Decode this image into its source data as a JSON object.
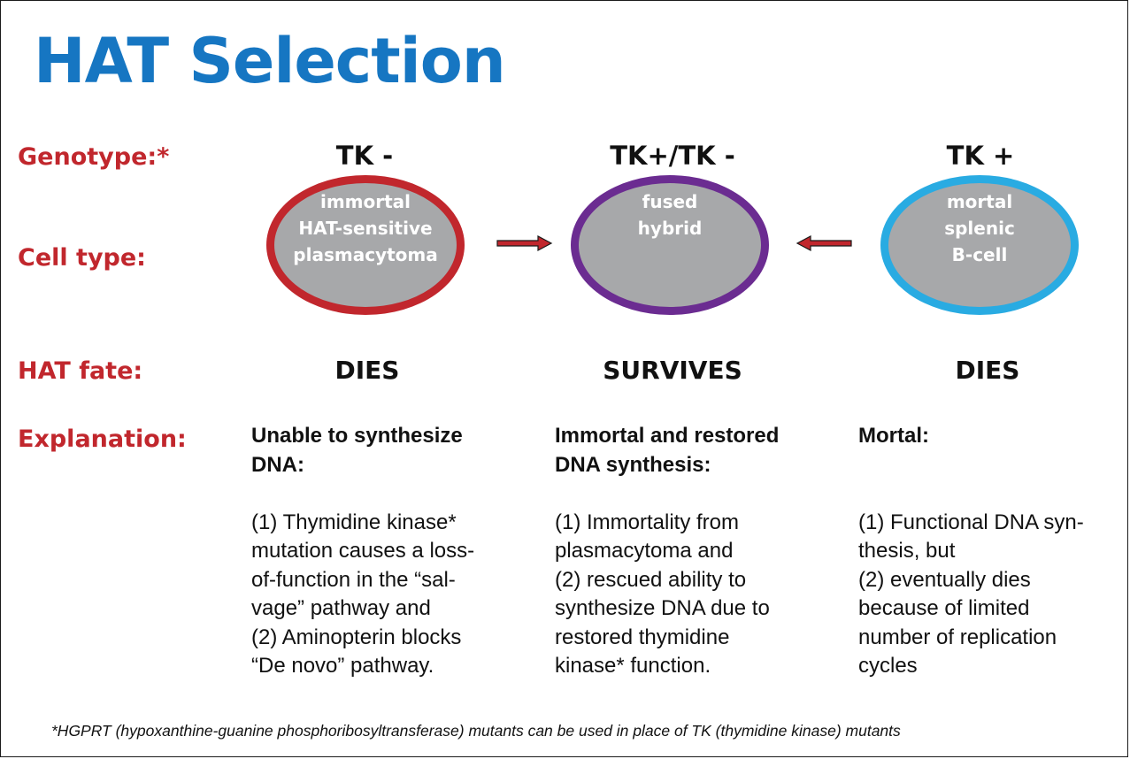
{
  "title": "HAT Selection",
  "row_labels": {
    "genotype": "Genotype:*",
    "cell_type": "Cell type:",
    "hat_fate": "HAT fate:",
    "explanation": "Explanation:"
  },
  "columns": [
    {
      "genotype": "TK -",
      "cell_lines": [
        "immortal",
        "HAT-sensitive",
        "plasmacytoma"
      ],
      "cell_border_color": "#c1272d",
      "fate": "DIES",
      "explanation_head": [
        "Unable to synthesize",
        "DNA:"
      ],
      "explanation_body": [
        "(1) Thymidine kinase*",
        "mutation causes a loss-",
        "of-function in the “sal-",
        "vage” pathway and",
        "(2) Aminopterin blocks",
        "“De novo” pathway."
      ]
    },
    {
      "genotype": "TK+/TK -",
      "cell_lines": [
        "fused",
        "hybrid"
      ],
      "cell_border_color": "#6b2c91",
      "fate": "SURVIVES",
      "explanation_head": [
        "Immortal and restored",
        "DNA synthesis:"
      ],
      "explanation_body": [
        "(1) Immortality from",
        "plasmacytoma and",
        "(2) rescued ability to",
        "synthesize DNA due to",
        "restored thymidine",
        "kinase* function."
      ]
    },
    {
      "genotype": "TK +",
      "cell_lines": [
        "mortal",
        "splenic",
        "B-cell"
      ],
      "cell_border_color": "#29abe2",
      "fate": "DIES",
      "explanation_head": [
        "Mortal:"
      ],
      "explanation_body": [
        "(1) Functional DNA syn-",
        "thesis, but",
        "(2) eventually dies",
        "because of limited",
        "number of replication",
        "cycles"
      ]
    }
  ],
  "arrow_color": "#c1272d",
  "footnote": "*HGPRT (hypoxanthine-guanine phosphoribosyltransferase) mutants can be used in place of TK (thymidine kinase) mutants"
}
